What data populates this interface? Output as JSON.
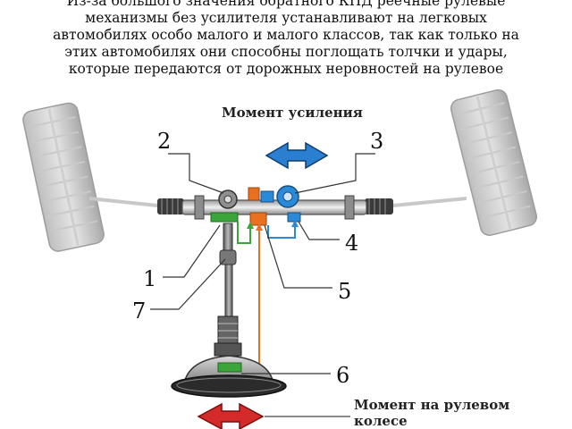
{
  "caption": {
    "lines": [
      "Из-за большого значения обратного КПД реечные рулевые",
      "механизмы без усилителя устанавливают на легковых",
      "автомобилях особо малого и малого классов, так как только на",
      "этих автомобилях они способны поглощать толчки и удары,",
      "которые передаются от дорожных неровностей на рулевое"
    ]
  },
  "diagram": {
    "top_label": "Момент усиления",
    "bottom_label_line1": "Момент на рулевом",
    "bottom_label_line2": "колесе",
    "callouts": [
      "1",
      "2",
      "3",
      "4",
      "5",
      "6",
      "7"
    ],
    "colors": {
      "top_arrow": "#2b7fd1",
      "bottom_arrow": "#d42a2a",
      "green": "#3aa63a",
      "orange": "#e8701e",
      "blue": "#2b8ad8"
    }
  }
}
